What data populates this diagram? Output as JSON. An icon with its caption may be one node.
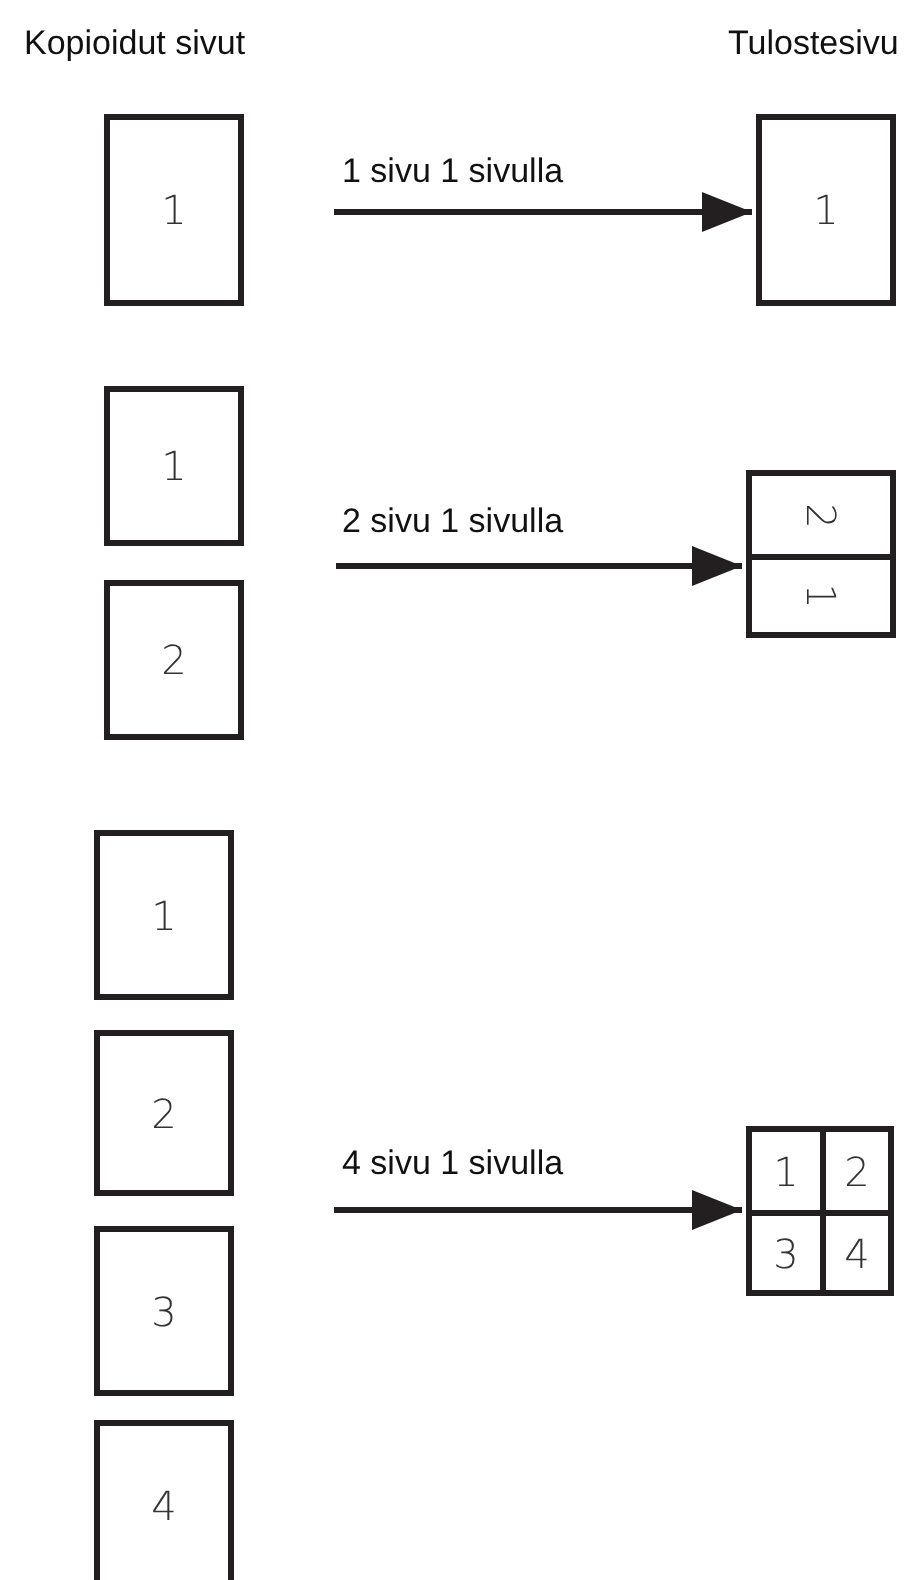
{
  "diagram": {
    "nodes": [
      {
        "text": [
          "1"
        ]
      },
      {
        "text": [
          "1"
        ]
      },
      {
        "text": [
          "1"
        ]
      },
      {
        "text": [
          "2"
        ]
      },
      {
        "text": [],
        "shape": "box"
      },
      {
        "text": [
          "2"
        ],
        "in": 4
      },
      {
        "text": [
          "1"
        ],
        "in": 4
      },
      {
        "text": [
          "1"
        ]
      },
      {
        "text": [
          "2"
        ]
      },
      {
        "text": [
          "3"
        ]
      },
      {
        "text": [
          "4"
        ]
      },
      {
        "text": [],
        "shape": "box"
      },
      {
        "text": [
          "1"
        ],
        "in": 11
      },
      {
        "text": [
          "2"
        ],
        "in": 11
      },
      {
        "text": [
          "3"
        ],
        "in": 11
      },
      {
        "text": [
          "4"
        ],
        "in": 11
      }
    ],
    "edges": [
      {
        "from": null,
        "to": 1,
        "arrow": "to",
        "label": "1 sivu 1 sivulla"
      },
      {
        "from": null,
        "to": 4,
        "arrow": "to",
        "label": "2 sivu 1 sivulla"
      },
      {
        "from": null,
        "to": 11,
        "arrow": "to",
        "label": "4 sivu 1 sivulla"
      }
    ],
    "labels": [
      "Kopioidut sivut",
      "Tulostesivu"
    ]
  }
}
